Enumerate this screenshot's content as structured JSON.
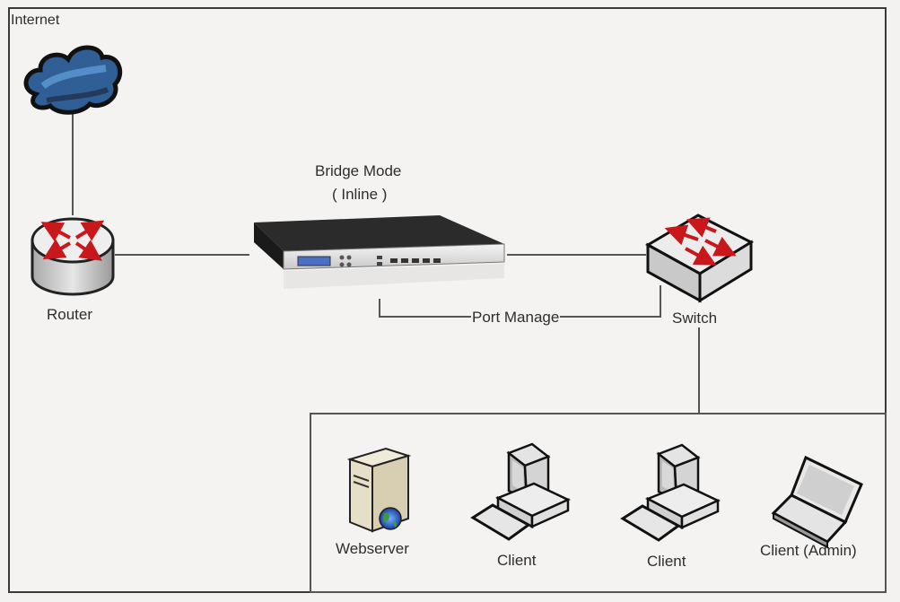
{
  "diagram": {
    "internet_label": "Internet",
    "router_label": "Router",
    "bridge_title": "Bridge Mode",
    "bridge_subtitle": "( Inline )",
    "port_manage_label": "Port Manage",
    "switch_label": "Switch",
    "lan_devices": [
      {
        "label": "Webserver",
        "icon": "webserver-icon"
      },
      {
        "label": "Client",
        "icon": "desktop-computer-icon"
      },
      {
        "label": "Client",
        "icon": "desktop-computer-icon"
      },
      {
        "label": "Client (Admin)",
        "icon": "laptop-icon"
      }
    ],
    "colors": {
      "arrow_red": "#c8181c",
      "cloud_blue": "#2f5f94",
      "appliance_dark": "#2b2b2b",
      "lcd_blue": "#4a6fc4",
      "line": "#555555"
    }
  }
}
